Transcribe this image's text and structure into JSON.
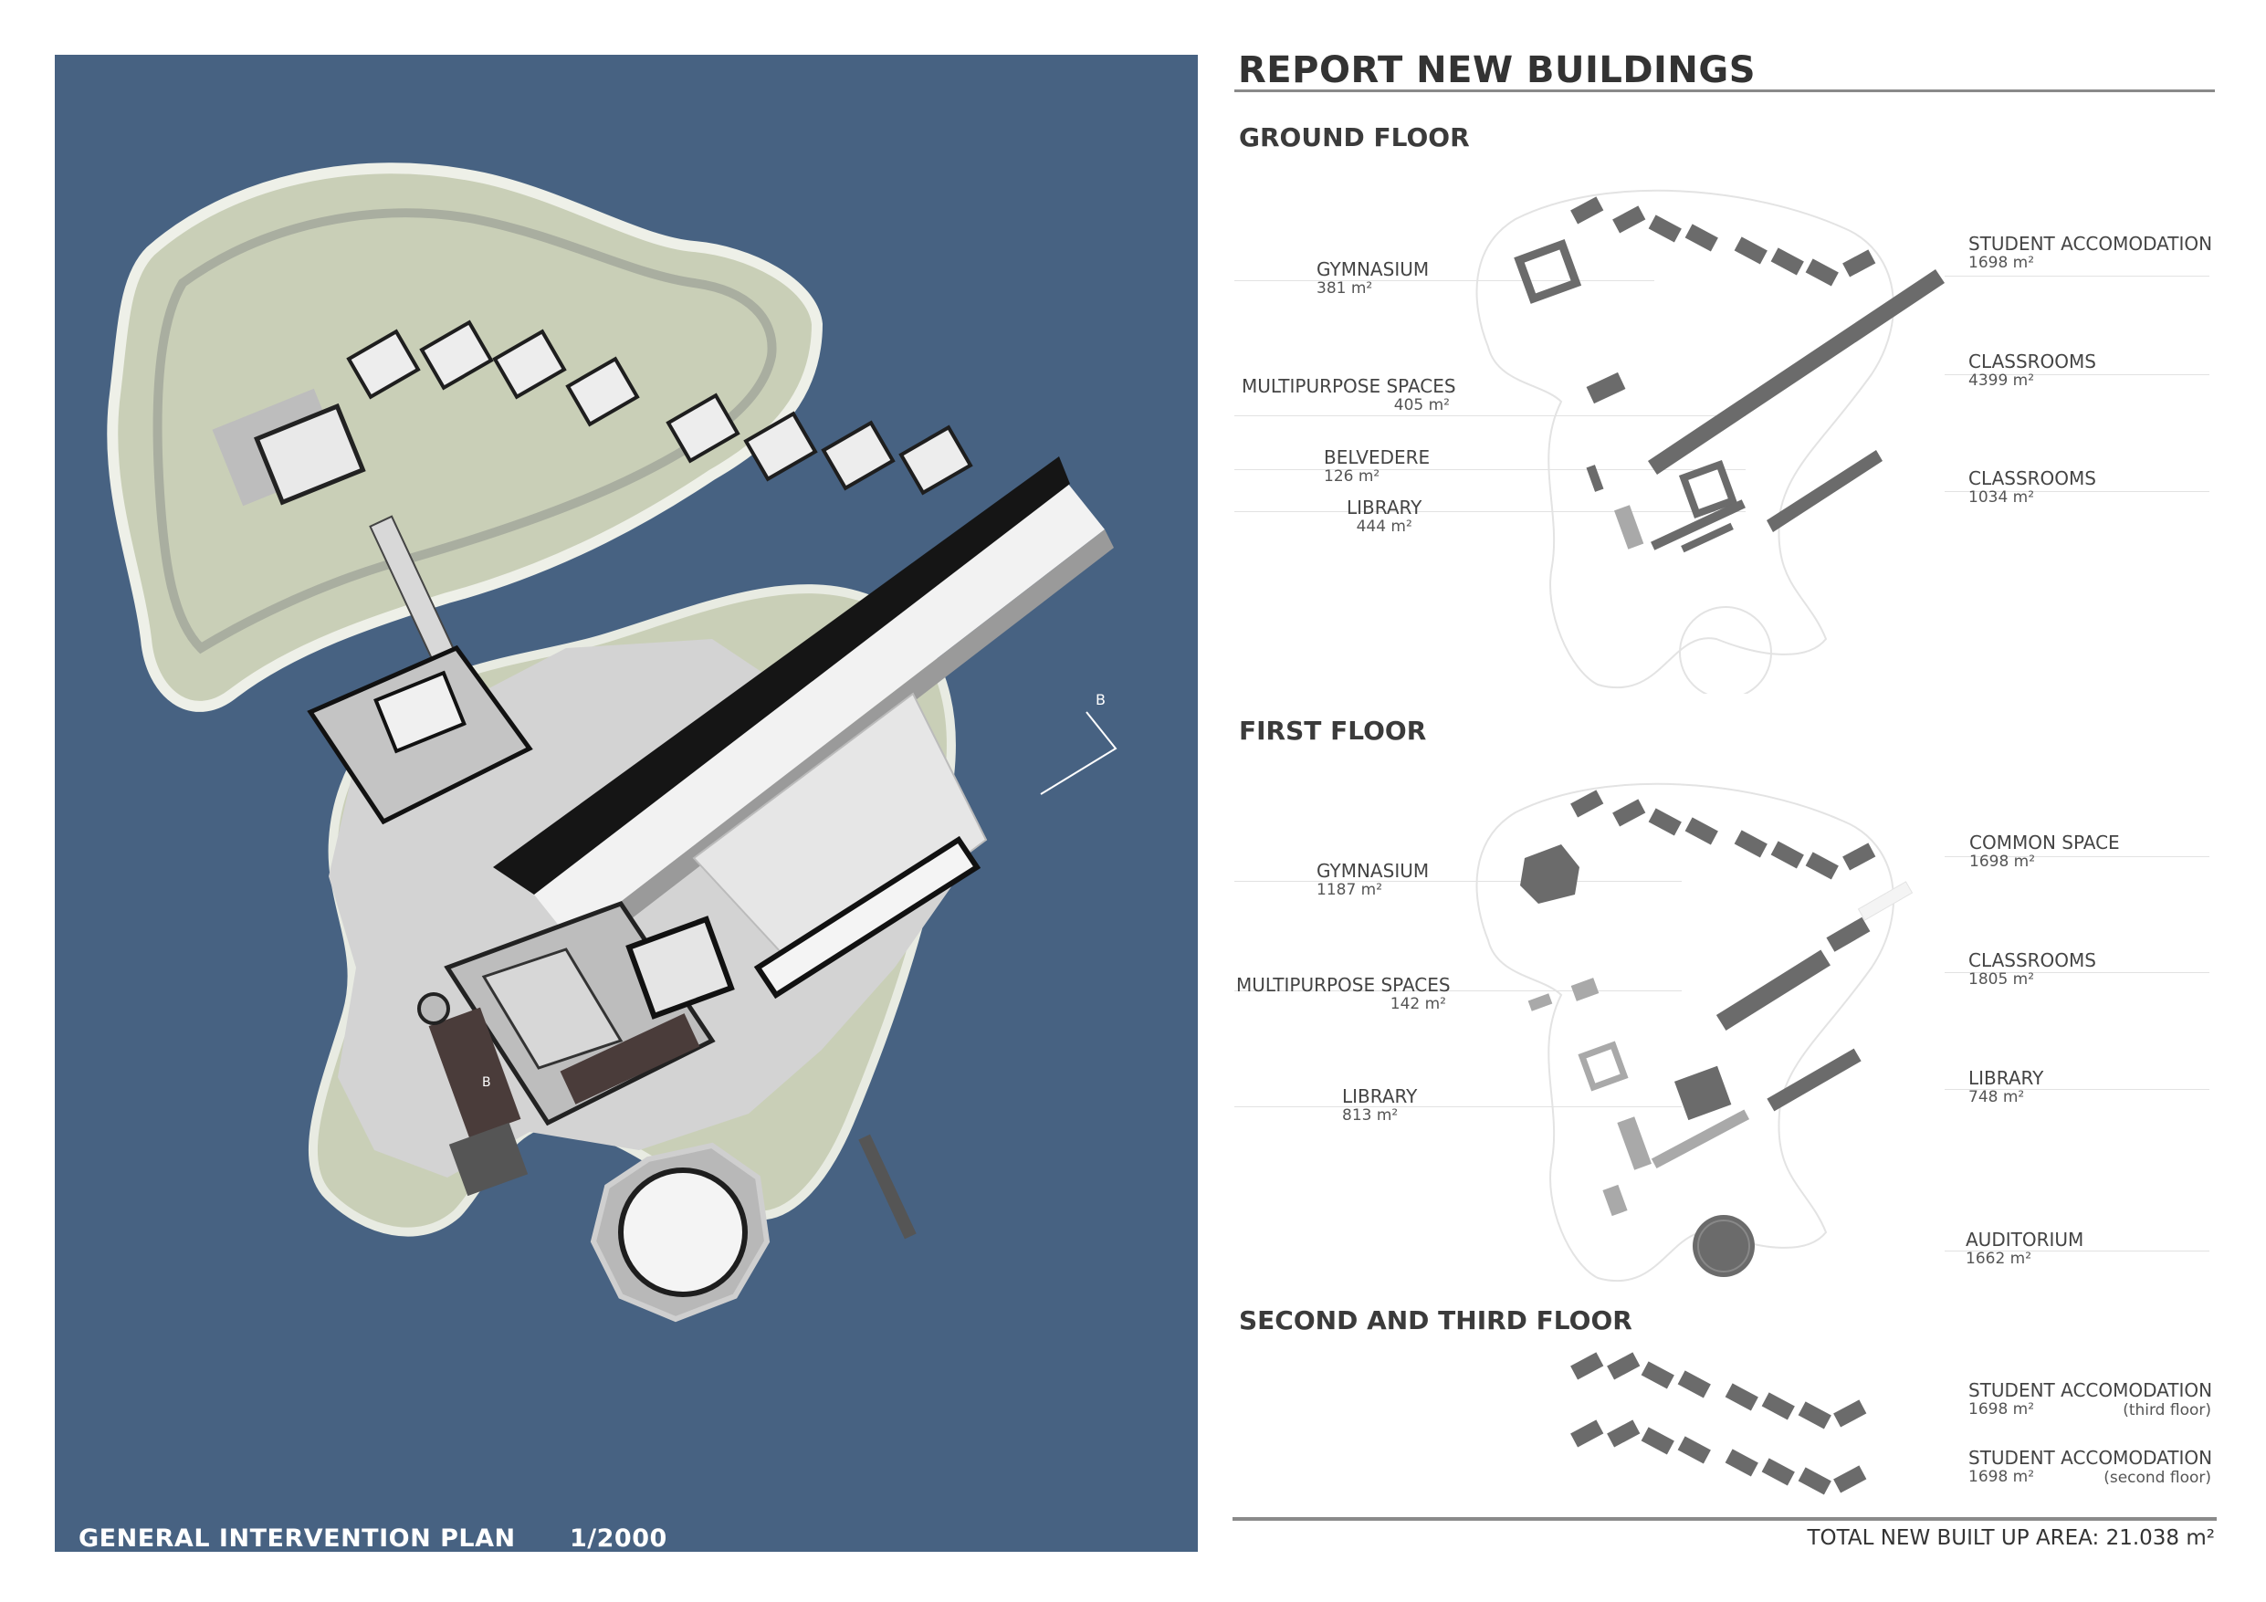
{
  "plan": {
    "caption": "GENERAL INTERVENTION PLAN",
    "scale": "1/2000",
    "section_marker": "B",
    "section_marker_2": "B"
  },
  "report": {
    "title": "REPORT NEW BUILDINGS",
    "total_label": "TOTAL NEW BUILT UP AREA: 21.038 m²"
  },
  "ground_floor": {
    "title": "GROUND FLOOR",
    "gymnasium": {
      "name": "GYMNASIUM",
      "area": "381 m²"
    },
    "multipurpose": {
      "name": "MULTIPURPOSE SPACES",
      "area": "405 m²"
    },
    "belvedere": {
      "name": "BELVEDERE",
      "area": "126 m²"
    },
    "library": {
      "name": "LIBRARY",
      "area": "444 m²"
    },
    "student_accomodation": {
      "name": "STUDENT ACCOMODATION",
      "area": "1698 m²"
    },
    "classrooms_a": {
      "name": "CLASSROOMS",
      "area": "4399 m²"
    },
    "classrooms_b": {
      "name": "CLASSROOMS",
      "area": "1034 m²"
    }
  },
  "first_floor": {
    "title": "FIRST FLOOR",
    "gymnasium": {
      "name": "GYMNASIUM",
      "area": "1187 m²"
    },
    "multipurpose": {
      "name": "MULTIPURPOSE SPACES",
      "area": "142 m²"
    },
    "library_left": {
      "name": "LIBRARY",
      "area": "813 m²"
    },
    "common_space": {
      "name": "COMMON SPACE",
      "area": "1698 m²"
    },
    "classrooms": {
      "name": "CLASSROOMS",
      "area": "1805 m²"
    },
    "library_right": {
      "name": "LIBRARY",
      "area": "748 m²"
    },
    "auditorium": {
      "name": "AUDITORIUM",
      "area": "1662 m²"
    }
  },
  "upper_floors": {
    "title": "SECOND AND THIRD FLOOR",
    "third": {
      "name": "STUDENT ACCOMODATION",
      "area": "1698 m²",
      "note": "(third floor)"
    },
    "second": {
      "name": "STUDENT ACCOMODATION",
      "area": "1698 m²",
      "note": "(second floor)"
    }
  },
  "colors": {
    "water": "#476282",
    "lawn": "#c9cfb7",
    "paving": "#cfcfcf",
    "building_fill": "#6b6b6b"
  }
}
